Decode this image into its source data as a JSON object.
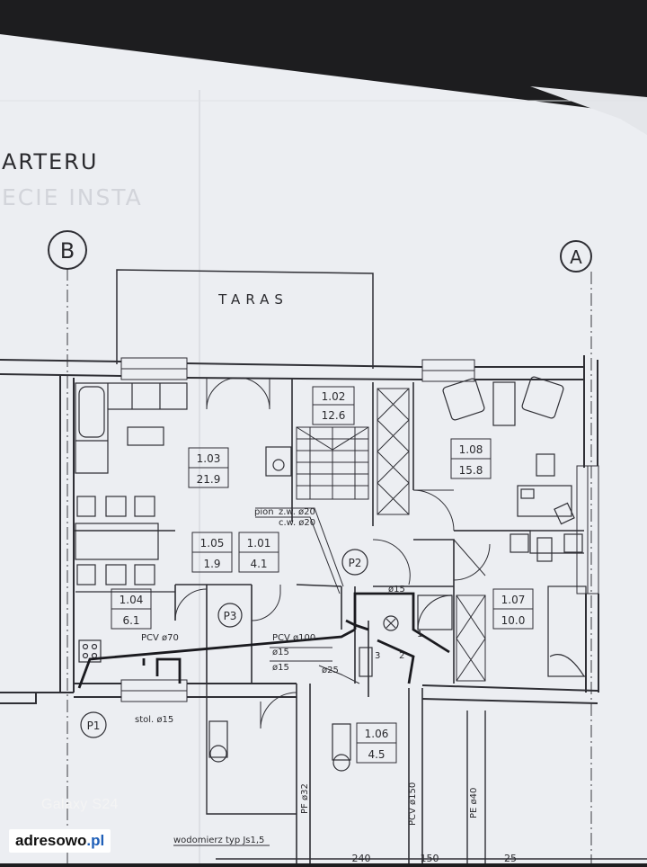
{
  "header": {
    "title_fragment": "ARTERU",
    "subtitle_fragment": "ECIE INSTA"
  },
  "axes": {
    "left": "B",
    "right": "A"
  },
  "terrace": "TARAS",
  "rooms": [
    {
      "id": "1.02",
      "area": "12.6"
    },
    {
      "id": "1.03",
      "area": "21.9"
    },
    {
      "id": "1.08",
      "area": "15.8"
    },
    {
      "id": "1.05",
      "area": "1.9"
    },
    {
      "id": "1.01",
      "area": "4.1"
    },
    {
      "id": "1.04",
      "area": "6.1"
    },
    {
      "id": "1.07",
      "area": "10.0"
    },
    {
      "id": "1.06",
      "area": "4.5"
    }
  ],
  "markers": {
    "p1": "P1",
    "p2": "P2",
    "p3": "P3"
  },
  "pipe_labels": {
    "pion": "pion",
    "zw": "z.w. ø20",
    "cw": "c.w. ø20",
    "pcv70": "PCV ø70",
    "pcv100": "PCV ø100",
    "d15a": "ø15",
    "d15b": "ø15",
    "d15c": "ø15",
    "d25": "ø25",
    "stol": "stol. ø15",
    "pf32": "PF ø32",
    "pcv150": "PCV ø150",
    "pe40": "PE ø40",
    "n1": "1",
    "n2": "2",
    "n3": "3"
  },
  "water_meter": "wodomierz typ Js1,5",
  "dimensions": {
    "d240": "240",
    "d150": "150",
    "d25": "25"
  },
  "camera_label": "Galaxy S24",
  "watermark": {
    "brand": "adresowo",
    "suffix": ".pl"
  },
  "colors": {
    "paper": "#eef0f4",
    "line": "#2f2f35",
    "background": "#1d1d1f"
  }
}
